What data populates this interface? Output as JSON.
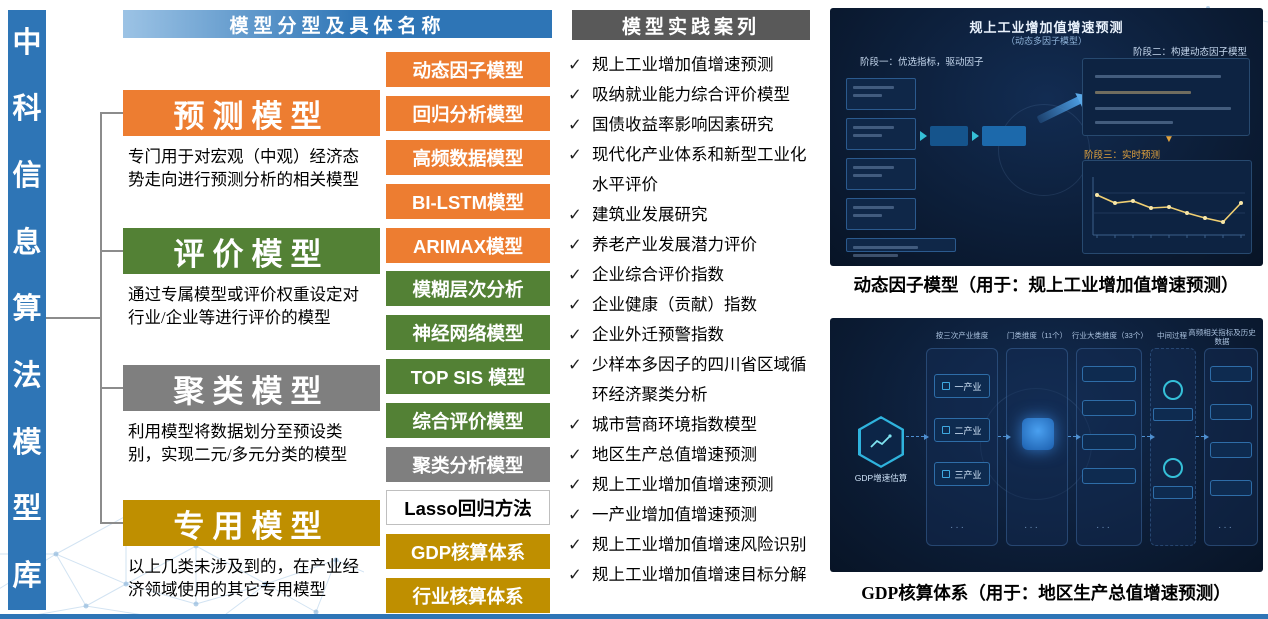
{
  "palette": {
    "brand_blue": "#2E75B6",
    "orange": "#ED7D31",
    "green": "#538135",
    "gray": "#7F7F7F",
    "gold": "#BF8F00",
    "header_gray": "#595959",
    "dash_bg": "#0B1B33"
  },
  "glyphs": {
    "check": "✓",
    "down_arrow": "▼",
    "ellipsis": "···"
  },
  "left_bar": {
    "chars": [
      "中",
      "科",
      "信",
      "息",
      "算",
      "法",
      "模",
      "型",
      "库"
    ],
    "full_title": "中科信息算法模型库"
  },
  "headers": {
    "classification": "模型分型及具体名称",
    "practice": "模型实践案列"
  },
  "categories": [
    {
      "label": "预测模型",
      "color": "#ED7D31",
      "desc": "专门用于对宏观（中观）经济态势走向进行预测分析的相关模型"
    },
    {
      "label": "评价模型",
      "color": "#538135",
      "desc": "通过专属模型或评价权重设定对行业/企业等进行评价的模型"
    },
    {
      "label": "聚类模型",
      "color": "#7F7F7F",
      "desc": "利用模型将数据划分至预设类别，实现二元/多元分类的模型"
    },
    {
      "label": "专用模型",
      "color": "#BF8F00",
      "desc": "以上几类未涉及到的，在产业经济领域使用的其它专用模型"
    }
  ],
  "models": [
    {
      "label": "动态因子模型",
      "color": "#ED7D31"
    },
    {
      "label": "回归分析模型",
      "color": "#ED7D31"
    },
    {
      "label": "高频数据模型",
      "color": "#ED7D31"
    },
    {
      "label": "BI-LSTM模型",
      "color": "#ED7D31"
    },
    {
      "label": "ARIMAX模型",
      "color": "#ED7D31"
    },
    {
      "label": "模糊层次分析",
      "color": "#538135"
    },
    {
      "label": "神经网络模型",
      "color": "#538135"
    },
    {
      "label": "TOP SIS 模型",
      "color": "#538135"
    },
    {
      "label": "综合评价模型",
      "color": "#538135"
    },
    {
      "label": "聚类分析模型",
      "color": "#7F7F7F"
    },
    {
      "label": "Lasso回归方法",
      "color": "#FFFFFF"
    },
    {
      "label": "GDP核算体系",
      "color": "#BF8F00"
    },
    {
      "label": "行业核算体系",
      "color": "#BF8F00"
    }
  ],
  "cases": [
    "规上工业增加值增速预测",
    "吸纳就业能力综合评价模型",
    "国债收益率影响因素研究",
    "现代化产业体系和新型工业化水平评价",
    "建筑业发展研究",
    "养老产业发展潜力评价",
    "企业综合评价指数",
    "企业健康（贡献）指数",
    "企业外迁预警指数",
    "少样本多因子的四川省区域循环经济聚类分析",
    "城市营商环境指数模型",
    "地区生产总值增速预测",
    "规上工业增加值增速预测",
    "一产业增加值增速预测",
    "规上工业增加值增速风险识别",
    "规上工业增加值增速目标分解"
  ],
  "dash1": {
    "title": "规上工业增加值增速预测",
    "subtitle": "（动态多因子模型）",
    "stage1": "阶段一：优选指标，驱动因子",
    "stage2": "阶段二：构建动态因子模型",
    "stage3": "阶段三：实时预测",
    "caption": "动态因子模型（用于：规上工业增加值增速预测）"
  },
  "dash2": {
    "columns": [
      "按三次产业维度",
      "门类维度（11个）",
      "行业大类维度（33个）",
      "中间过程",
      "高频相关指标及历史数据"
    ],
    "gdp_label": "GDP增速估算",
    "industries": [
      "一产业",
      "二产业",
      "三产业"
    ],
    "caption": "GDP核算体系（用于：地区生产总值增速预测）"
  }
}
